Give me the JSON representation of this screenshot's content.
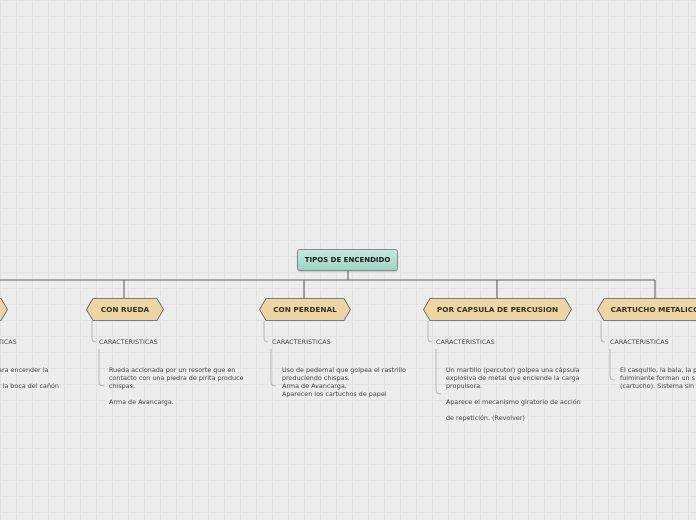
{
  "root": {
    "label": "TIPOS DE ENCENDIDO"
  },
  "branches": [
    {
      "label": "",
      "sub_label": "CARACTERISTICAS",
      "desc": [
        "para encender la",
        "",
        "or la boca del cañón"
      ]
    },
    {
      "label": "CON RUEDA",
      "sub_label": "CARACTERISTICAS",
      "desc": [
        "Rueda accionada por un resorte que en",
        "contacto con una piedra de pirita produce",
        "chispas.",
        "",
        "Arma de Avancarga."
      ]
    },
    {
      "label": "CON PERDENAL",
      "sub_label": "CARACTERISTICAS",
      "desc": [
        "Uso de  pedernal que golpea el rastrillo",
        "produciendo chispas.",
        "Arma de Avancarga.",
        "Aparecen los cartuchos de papel"
      ]
    },
    {
      "label": "POR CAPSULA DE PERCUSION",
      "sub_label": "CARACTERISTICAS",
      "desc": [
        "Un martillo (percutor) golpea una cápsula",
        "explosiva de metal que enciende la carga",
        "propulsora.",
        "",
        "Aparece el mecanismo giratorio de acción",
        "",
        "de repetición. (Revolver)"
      ]
    },
    {
      "label": "CARTUCHO METALICO",
      "sub_label": "CARACTERISTICAS",
      "desc": [
        "El casquillo, la bala, la p",
        "fulminante forman un s",
        "(cartucho). Sistema sin"
      ]
    }
  ],
  "colors": {
    "root_fill": "#aee0d4",
    "branch_fill": "#edd6a6",
    "branch_stroke": "#5a5a5a",
    "line": "#333333"
  }
}
